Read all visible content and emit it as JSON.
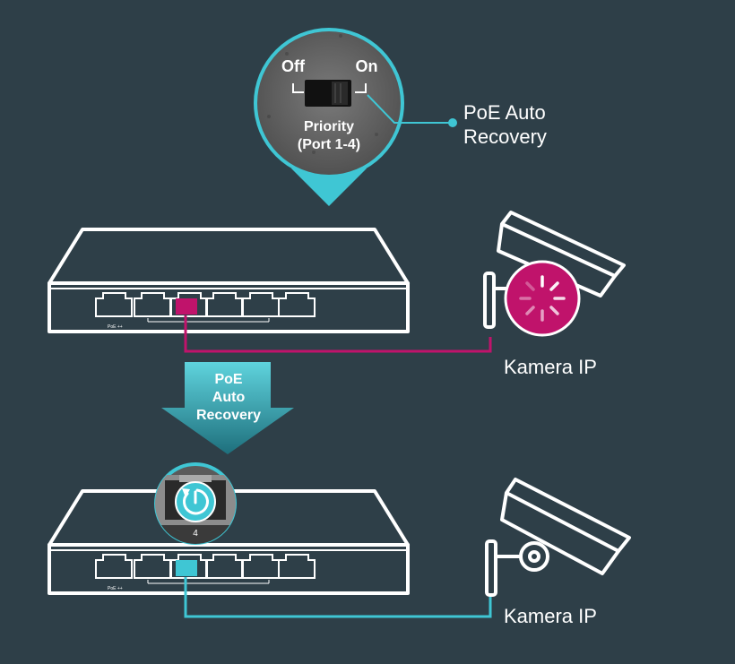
{
  "switch_callout": {
    "off_label": "Off",
    "on_label": "On",
    "caption_line1": "Priority",
    "caption_line2": "(Port 1-4)"
  },
  "feature_label": {
    "line1": "PoE Auto",
    "line2": "Recovery"
  },
  "arrow_label": {
    "line1": "PoE",
    "line2": "Auto",
    "line3": "Recovery"
  },
  "camera_top": {
    "label": "Kamera IP"
  },
  "camera_bottom": {
    "label": "Kamera IP"
  },
  "port_callout": {
    "port_number": "4"
  },
  "colors": {
    "background": "#2e3f48",
    "accent_magenta": "#c0136b",
    "accent_teal": "#3fc6d4",
    "outline": "#ffffff"
  }
}
